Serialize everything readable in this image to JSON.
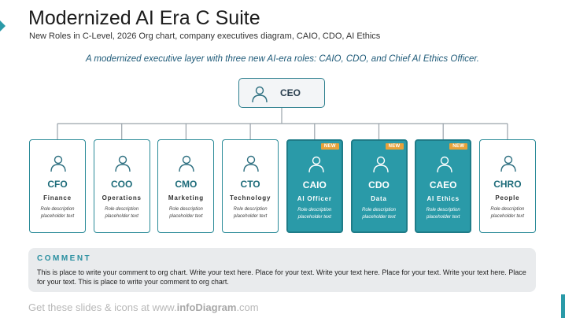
{
  "title": "Modernized AI Era C Suite",
  "subtitle": "New Roles in C-Level, 2026 Org chart, company executives diagram, CAIO, CDO, AI Ethics",
  "tagline": "A modernized executive layer with three new AI-era roles: CAIO, CDO, and Chief AI Ethics Officer.",
  "ceo": {
    "label": "CEO",
    "icon": "person-icon"
  },
  "roles": [
    {
      "abbr": "CFO",
      "role": "Finance",
      "desc": "Role description placeholder text",
      "new": false
    },
    {
      "abbr": "COO",
      "role": "Operations",
      "desc": "Role description placeholder text",
      "new": false
    },
    {
      "abbr": "CMO",
      "role": "Marketing",
      "desc": "Role description placeholder text",
      "new": false
    },
    {
      "abbr": "CTO",
      "role": "Technology",
      "desc": "Role description placeholder text",
      "new": false
    },
    {
      "abbr": "CAIO",
      "role": "AI Officer",
      "desc": "Role description placeholder text",
      "new": true,
      "badge": "NEW"
    },
    {
      "abbr": "CDO",
      "role": "Data",
      "desc": "Role description placeholder text",
      "new": true,
      "badge": "NEW"
    },
    {
      "abbr": "CAEO",
      "role": "AI Ethics",
      "desc": "Role description placeholder text",
      "new": true,
      "badge": "NEW"
    },
    {
      "abbr": "CHRO",
      "role": "People",
      "desc": "Role description placeholder text",
      "new": false
    }
  ],
  "comment": {
    "heading": "COMMENT",
    "text": "This is place to write your comment to org chart. Write your text here. Place for your text. Write your text here. Place for your text. Write your text here. Place for your text. This is place to write your comment to org chart."
  },
  "footer": {
    "prefix": "Get these slides & icons at www.",
    "brand": "infoDiagram",
    "suffix": ".com"
  },
  "colors": {
    "accent": "#2a9aa8",
    "border": "#2b8b98",
    "badge": "#e8a23a",
    "connector": "#9aa3ab"
  }
}
